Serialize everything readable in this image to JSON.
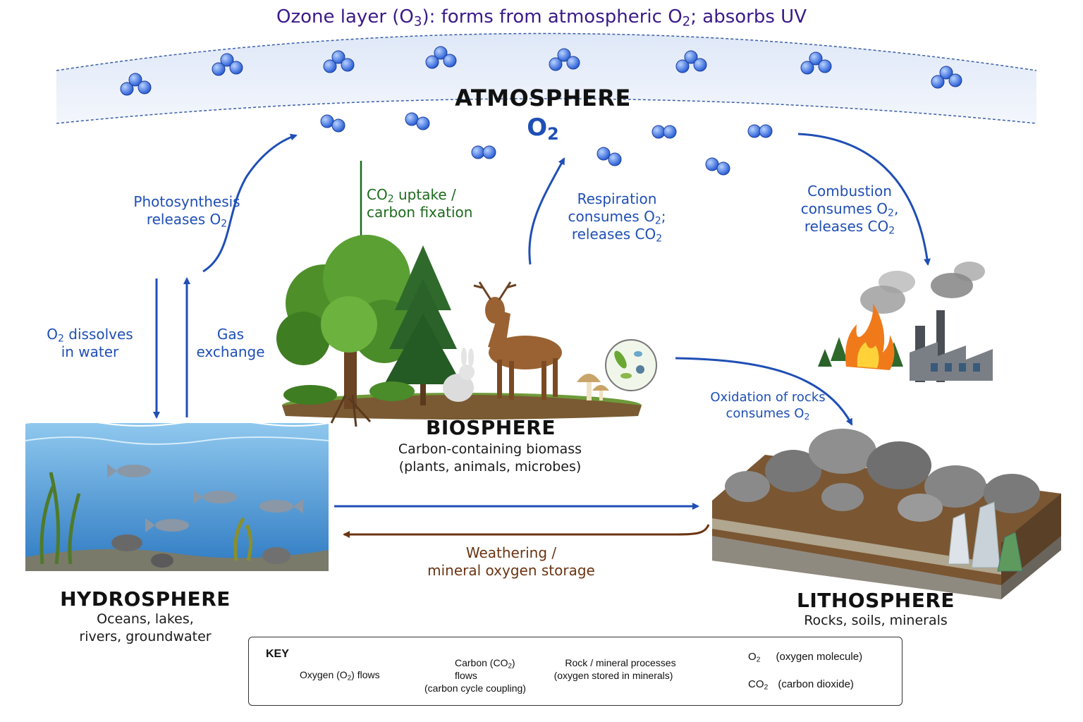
{
  "ozone": {
    "pre": "Ozone layer (O",
    "sub1": "3",
    "mid": "): forms from atmospheric O",
    "sub2": "2",
    "post": "; absorbs UV"
  },
  "atmosphere": {
    "title": "ATMOSPHERE",
    "formula": "O",
    "formula_sub": "2"
  },
  "flows": {
    "photosynthesis": {
      "line1": "Photosynthesis",
      "line2_pre": "releases O",
      "line2_sub": "2"
    },
    "co2_uptake": {
      "line1_pre": "CO",
      "line1_sub": "2",
      "line1_post": " uptake /",
      "line2": "carbon fixation"
    },
    "respiration": {
      "line1": "Respiration",
      "line2_pre": "consumes O",
      "line2_sub": "2",
      "line2_post": ";",
      "line3_pre": "releases CO",
      "line3_sub": "2"
    },
    "combustion": {
      "line1": "Combustion",
      "line2_pre": "consumes O",
      "line2_sub": "2",
      "line2_post": ",",
      "line3_pre": "releases CO",
      "line3_sub": "2"
    },
    "dissolves": {
      "line1_pre": "O",
      "line1_sub": "2",
      "line1_post": " dissolves",
      "line2": "in water"
    },
    "gas_exchange": {
      "line1": "Gas",
      "line2": "exchange"
    },
    "oxidation": {
      "line1": "Oxidation of rocks",
      "line2_pre": "consumes O",
      "line2_sub": "2"
    },
    "weathering": {
      "line1": "Weathering /",
      "line2": "mineral oxygen storage"
    }
  },
  "biosphere": {
    "title": "BIOSPHERE",
    "line1": "Carbon-containing biomass",
    "line2": "(plants, animals, microbes)"
  },
  "hydrosphere": {
    "title": "HYDROSPHERE",
    "line1": "Oceans, lakes,",
    "line2": "rivers, groundwater"
  },
  "lithosphere": {
    "title": "LITHOSPHERE",
    "line1": "Rocks, soils, minerals"
  },
  "key": {
    "title": "KEY",
    "oxygen_flow": {
      "pre": "Oxygen (O",
      "sub": "2",
      "post": ") flows"
    },
    "carbon_flow": {
      "pre": "Carbon (CO",
      "sub": "2",
      "post": ") flows",
      "line2": "(carbon cycle coupling)"
    },
    "rock_flow": {
      "line1": "Rock / mineral processes",
      "line2": "(oxygen stored in minerals)"
    },
    "o2": {
      "pre": "O",
      "sub": "2",
      "desc": "(oxygen molecule)"
    },
    "co2": {
      "pre": "CO",
      "sub": "2",
      "desc": "(carbon dioxide)"
    }
  },
  "colors": {
    "oxygen": "#1f4fb5",
    "carbon": "#1d6a1d",
    "rock": "#6b3412",
    "ozone_text": "#3b1a8a",
    "o2_molecule": "#3a6fe0",
    "co2_oxygen": "#cc2222",
    "co2_carbon": "#333333"
  }
}
